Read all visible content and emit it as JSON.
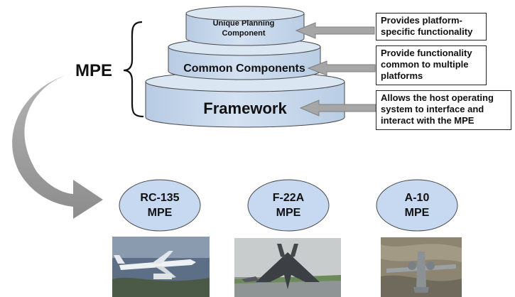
{
  "mpe_label": "MPE",
  "tiers": [
    {
      "label_lines": [
        "Unique Planning",
        "Component"
      ],
      "description_lines": [
        "Provides platform-",
        "specific functionality"
      ]
    },
    {
      "label_lines": [
        "Common Components"
      ],
      "description_lines": [
        "Provide functionality",
        "common to multiple",
        "platforms"
      ]
    },
    {
      "label_lines": [
        "Framework"
      ],
      "description_lines": [
        "Allows the host operating",
        "system to interface and",
        "interact with the MPE"
      ]
    }
  ],
  "platforms": [
    {
      "line1": "RC-135",
      "line2": "MPE",
      "photo": "rc-135-aircraft-photo"
    },
    {
      "line1": "F-22A",
      "line2": "MPE",
      "photo": "f-22a-aircraft-photo"
    },
    {
      "line1": "A-10",
      "line2": "MPE",
      "photo": "a-10-aircraft-photo"
    }
  ],
  "colors": {
    "cylinder_fill": "#c9d9ec",
    "cylinder_top": "#dbe6f3",
    "ellipse_fill": "#c6d9f1",
    "arrow_gray": "#a6a6a6",
    "stroke": "#4a4a4a"
  }
}
